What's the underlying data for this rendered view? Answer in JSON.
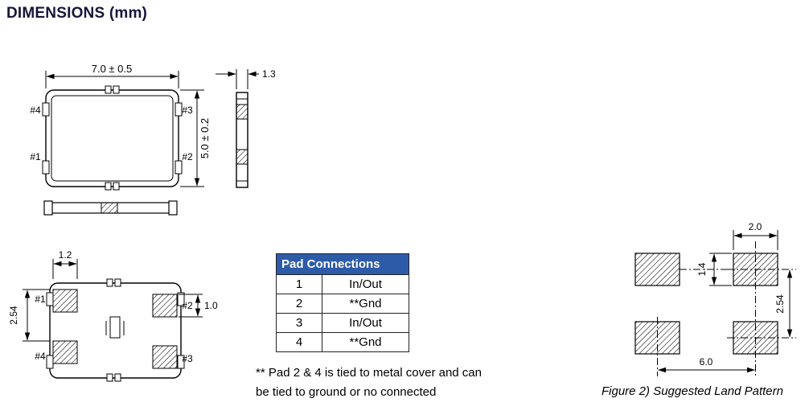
{
  "title": "DIMENSIONS (mm)",
  "top_view": {
    "width_dim": "7.0 ± 0.5",
    "height_dim": "5.0 ± 0.2",
    "pad_labels": {
      "top_left": "#4",
      "top_right": "#3",
      "bottom_left": "#1",
      "bottom_right": "#2"
    }
  },
  "side_view": {
    "thickness_dim": "1.3"
  },
  "bottom_view": {
    "pad_width_dim": "1.2",
    "pad_pitch_dim": "2.54",
    "pad_height_dim": "1.0",
    "pad_labels": {
      "top_left": "#1",
      "top_right": "#2",
      "bottom_left": "#4",
      "bottom_right": "#3"
    }
  },
  "pad_table": {
    "header": "Pad Connections",
    "rows": [
      {
        "pad": "1",
        "connection": "In/Out"
      },
      {
        "pad": "2",
        "connection": "**Gnd"
      },
      {
        "pad": "3",
        "connection": "In/Out"
      },
      {
        "pad": "4",
        "connection": "**Gnd"
      }
    ]
  },
  "footnote": {
    "line1": "** Pad 2 & 4 is tied to metal cover and can",
    "line2": "be tied to ground or no connected"
  },
  "land_pattern": {
    "pad_width_dim": "2.0",
    "pad_height_dim": "1.4",
    "vertical_pitch_dim": "2.54",
    "horizontal_pitch_dim": "6.0",
    "caption": "Figure 2) Suggested Land Pattern"
  },
  "colors": {
    "table_header_bg": "#2d5ba7",
    "table_header_text": "#ffffff",
    "title_text": "#16163c",
    "line": "#000000"
  }
}
